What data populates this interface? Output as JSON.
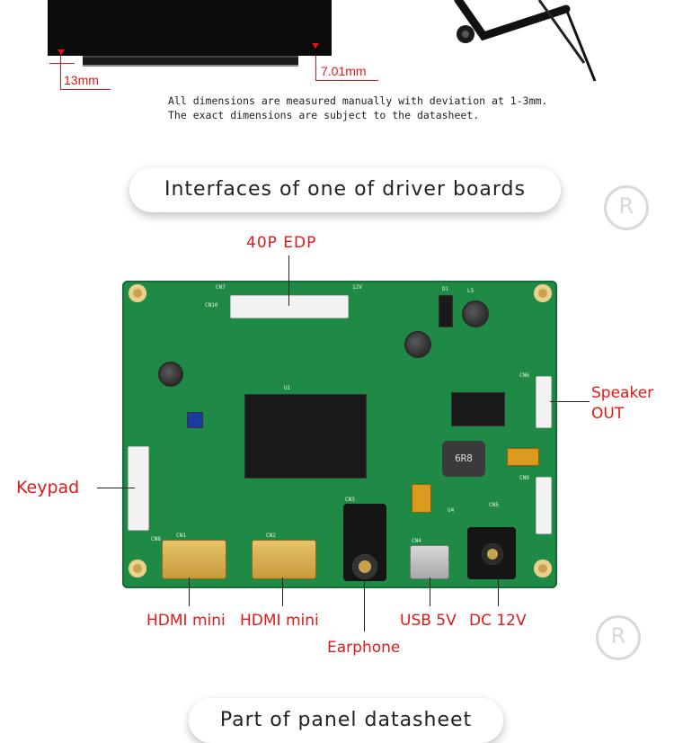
{
  "top": {
    "dim_left": "13mm",
    "dim_right": "7.01mm",
    "note_line1": "All dimensions are measured manually with deviation at 1-3mm.",
    "note_line2": "The exact dimensions are subject to the datasheet."
  },
  "section1": {
    "title": "Interfaces of one of driver boards"
  },
  "board": {
    "labels": {
      "edp": "40P EDP",
      "speaker": "Speaker",
      "speaker_out": "OUT",
      "keypad": "Keypad",
      "hdmi1": "HDMI mini",
      "hdmi2": "HDMI mini",
      "earphone": "Earphone",
      "usb": "USB 5V",
      "dc": "DC 12V"
    },
    "silkscreen": {
      "cn7": "CN7",
      "cn10": "CN10",
      "u1": "U1",
      "cn6": "CN6",
      "cn8": "CN8",
      "cn1": "CN1",
      "cn2": "CN2",
      "cn3": "CN3",
      "cn4": "CN4",
      "cn5": "CN5",
      "cn9": "CN9",
      "u4": "U4",
      "l5": "L5",
      "d1": "D1",
      "inductor": "6R8",
      "v12": "12V"
    }
  },
  "watermark": {
    "symbol": "R"
  },
  "section2": {
    "title": "Part of panel datasheet"
  },
  "colors": {
    "accent_red": "#e01818",
    "board_green": "#1f8a45",
    "pad_gold": "#c9a24d"
  }
}
